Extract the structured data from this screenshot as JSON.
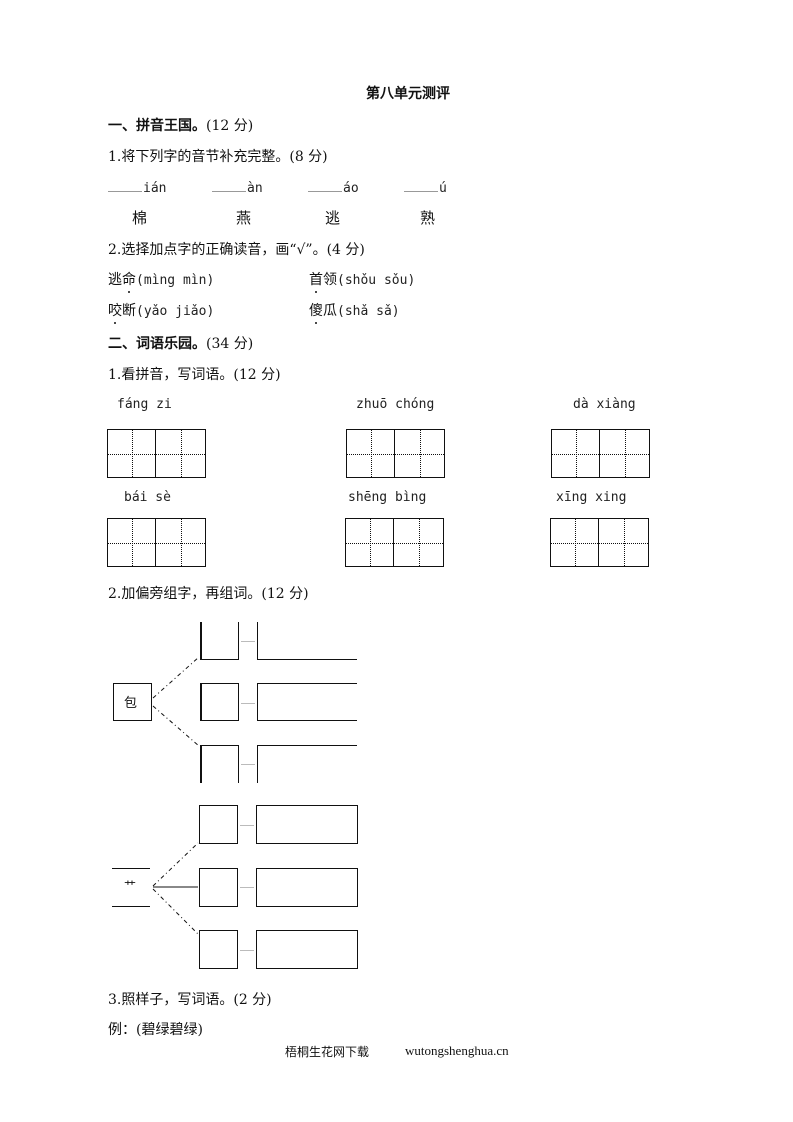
{
  "title": "第八单元测评",
  "section1": {
    "heading": "一、拼音王国。",
    "points": "(12 分)",
    "q1": {
      "prompt": "1.将下列字的音节补充完整。(8 分)",
      "items": [
        {
          "syllable_end": "ián",
          "char": "棉"
        },
        {
          "syllable_end": "àn",
          "char": "燕"
        },
        {
          "syllable_end": "áo",
          "char": "逃"
        },
        {
          "syllable_end": "ú",
          "char": "熟"
        }
      ]
    },
    "q2": {
      "prompt": "2.选择加点字的正确读音，画“√”。(4 分)",
      "items": [
        {
          "word_pre": "逃",
          "dotted": "命",
          "word_post": "",
          "options": "(mìng  mìn)"
        },
        {
          "word_pre": "",
          "dotted": "首",
          "word_post": "领",
          "options": "(shǒu  sǒu)"
        },
        {
          "word_pre": "",
          "dotted": "咬",
          "word_post": "断",
          "options": "(yǎo  jiǎo)"
        },
        {
          "word_pre": "",
          "dotted": "傻",
          "word_post": "瓜",
          "options": "(shǎ  sǎ)"
        }
      ]
    }
  },
  "section2": {
    "heading": "二、词语乐园。",
    "points": "(34 分)",
    "q1": {
      "prompt": "1.看拼音，写词语。(12 分)",
      "words": [
        {
          "pinyin": "fáng  zi"
        },
        {
          "pinyin": "zhuō  chóng"
        },
        {
          "pinyin": "dà  xiàng"
        },
        {
          "pinyin": "bái  sè"
        },
        {
          "pinyin": "shēng  bìng"
        },
        {
          "pinyin": "xīng  xing"
        }
      ]
    },
    "q2": {
      "prompt": "2.加偏旁组字，再组词。(12 分)",
      "radicals": [
        "包",
        "艹"
      ]
    },
    "q3": {
      "prompt": "3.照样子，写词语。(2 分)",
      "example": "例：(碧绿碧绿)"
    }
  },
  "footer": {
    "site_name": "梧桐生花网下载",
    "url": "wutongshenghua.cn"
  }
}
